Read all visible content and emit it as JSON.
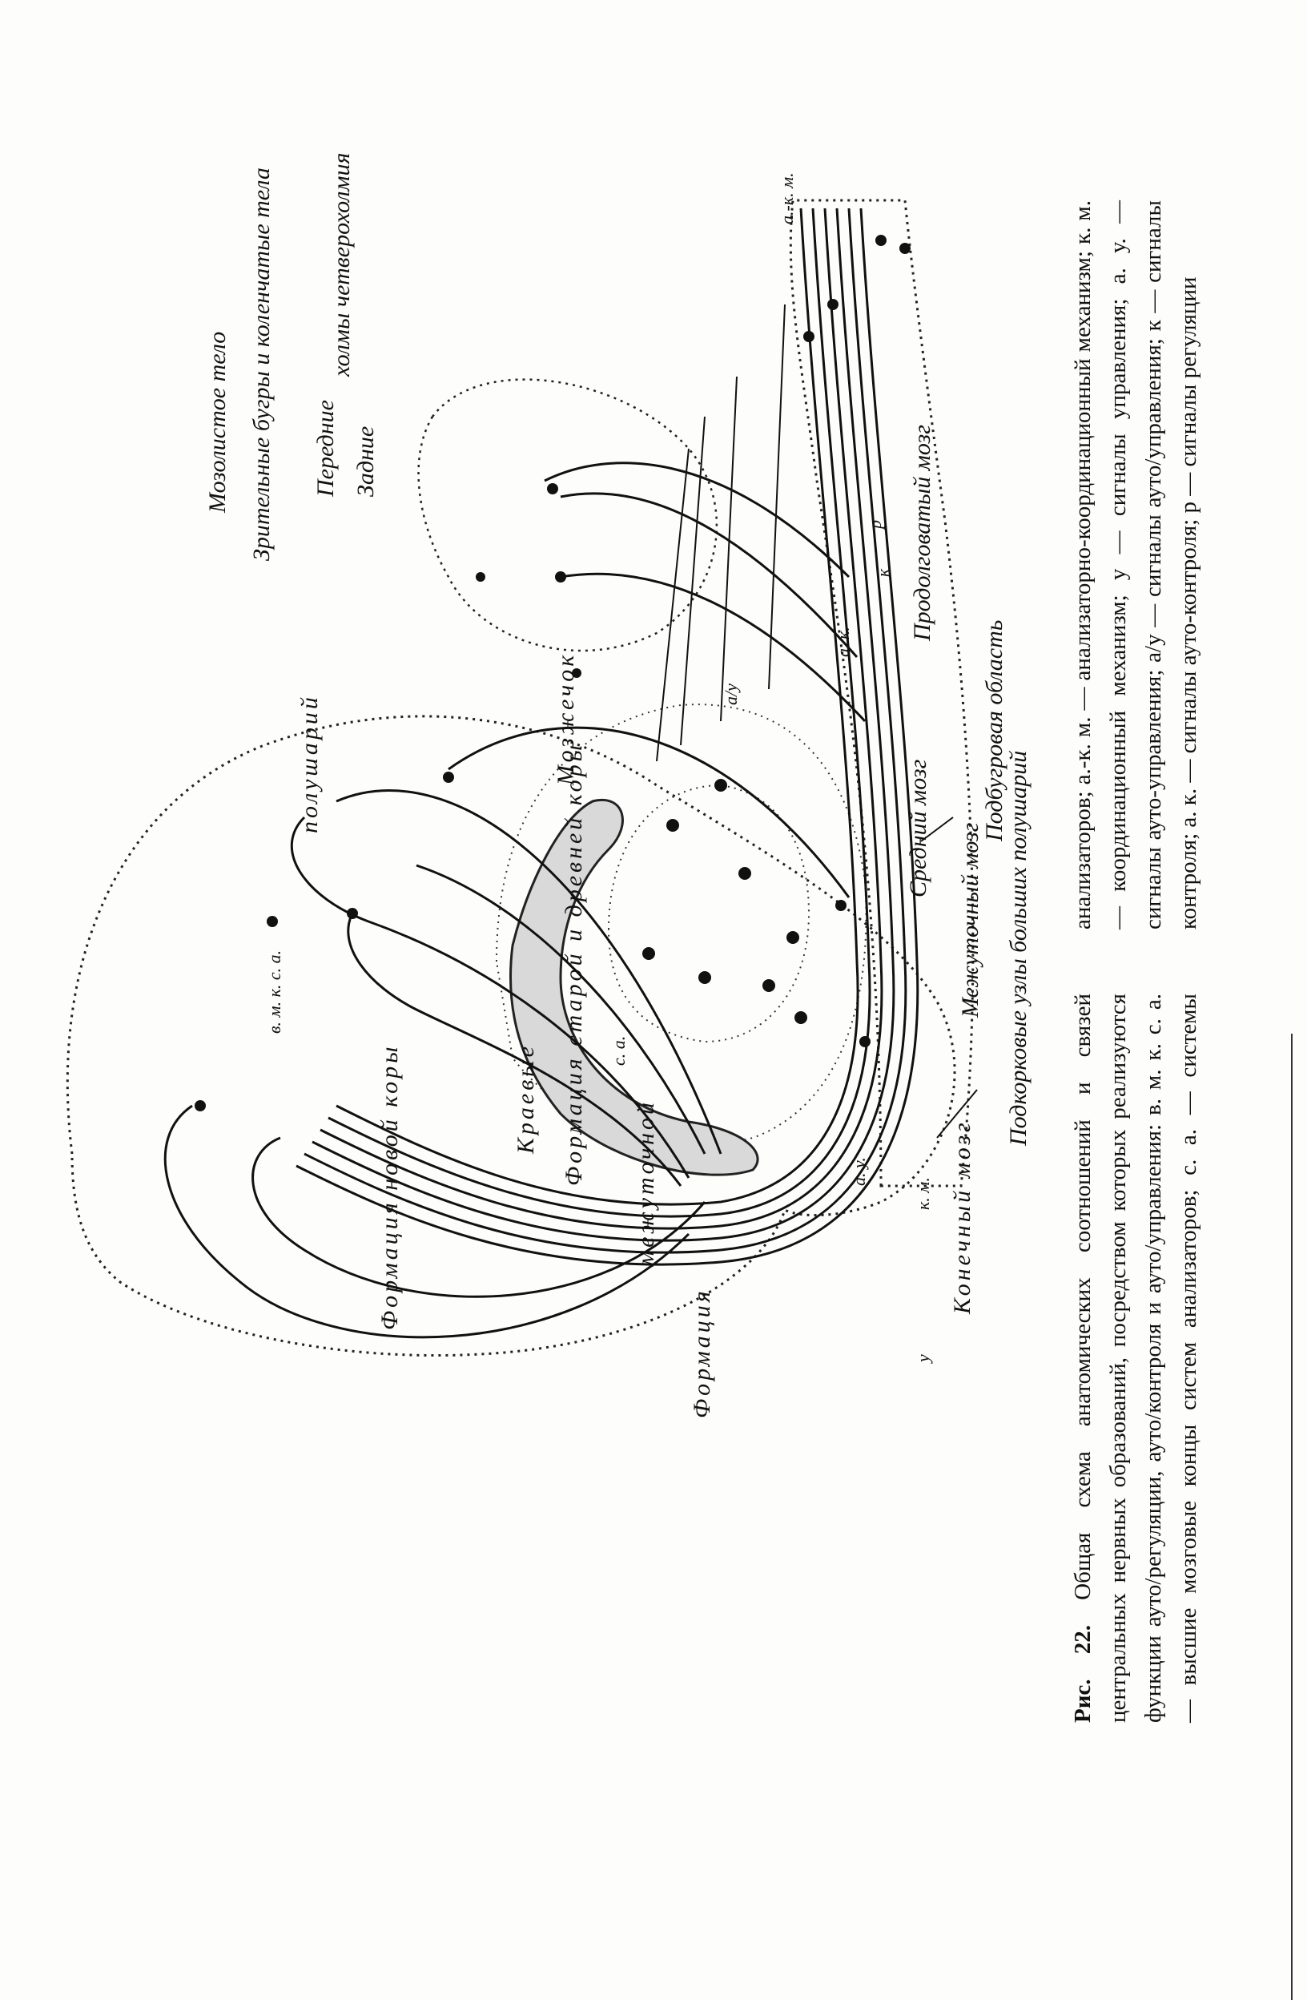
{
  "figure": {
    "caption_number": "Рис. 22.",
    "caption_text": "Общая схема анатомических соотношений и связей центральных нервных образований, посредством которых реализуются функции ауто/регуляции, ауто/контроля и ауто/управления: в. м. к. с. а. — высшие мозговые концы систем анализаторов; с. а. — системы анализаторов; а.-к. м. — анализаторно-координационный механизм; к. м. — координационный механизм; у — сигналы управления; а. у. — сигналы ауто-управления; а/у — сигналы ауто/управления; к — сигналы контроля; а. к. — сигналы ауто-контроля; р — сигналы регуляции"
  },
  "legend": {
    "corpus_callosum": "Мозолистое тело",
    "thalamus": "Зрительные бугры и коленчатые тела",
    "anterior": "Передние",
    "posterior": "Задние",
    "colliculi": "холмы четверохолмия",
    "hypothalamus": "Подбугровая область",
    "basal_ganglia": "Подкорковые узлы больших полушарий",
    "diencephalon": "Межуточный мозг",
    "midbrain": "Средний мозг",
    "medulla": "Продолговатый мозг",
    "telencephalon": "Конечный мозг"
  },
  "regions": {
    "new_cortex_formation": "Формация новой коры",
    "old_cortex": "Формация старой и древней коры",
    "intermediate": "межуточной",
    "marginal": "Краевые",
    "cerebellum": "Мозжечок",
    "formation_label": "Формация",
    "derivatives_label": "полушарий"
  },
  "node_labels": {
    "vmksa": "в. м. к. с. а.",
    "sa": "с. а.",
    "ak": "а. к.",
    "au": "а. у.",
    "akm": "а.-к. м.",
    "km": "к. м.",
    "y": "у",
    "k": "к",
    "p": "р",
    "a_slash_u": "а/у"
  }
}
